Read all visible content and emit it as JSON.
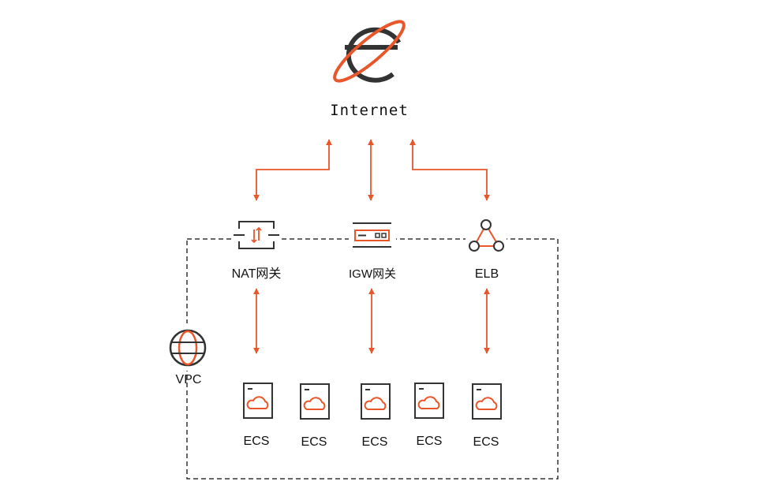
{
  "colors": {
    "accent": "#E8562A",
    "icon_dark": "#333333",
    "border_dashed": "#333333",
    "text": "#111111"
  },
  "internet": {
    "label": "Internet",
    "icon": "internet-explorer-e-icon"
  },
  "vpc": {
    "label": "VPC",
    "icon": "globe-icon"
  },
  "gateways": {
    "nat": {
      "label": "NAT网关",
      "icon": "nat-gateway-icon"
    },
    "igw": {
      "label": "IGW网关",
      "icon": "igw-gateway-icon"
    },
    "elb": {
      "label": "ELB",
      "icon": "load-balancer-icon"
    }
  },
  "ecs_instances": [
    {
      "label": "ECS",
      "icon": "server-cloud-icon"
    },
    {
      "label": "ECS",
      "icon": "server-cloud-icon"
    },
    {
      "label": "ECS",
      "icon": "server-cloud-icon"
    },
    {
      "label": "ECS",
      "icon": "server-cloud-icon"
    },
    {
      "label": "ECS",
      "icon": "server-cloud-icon"
    }
  ]
}
